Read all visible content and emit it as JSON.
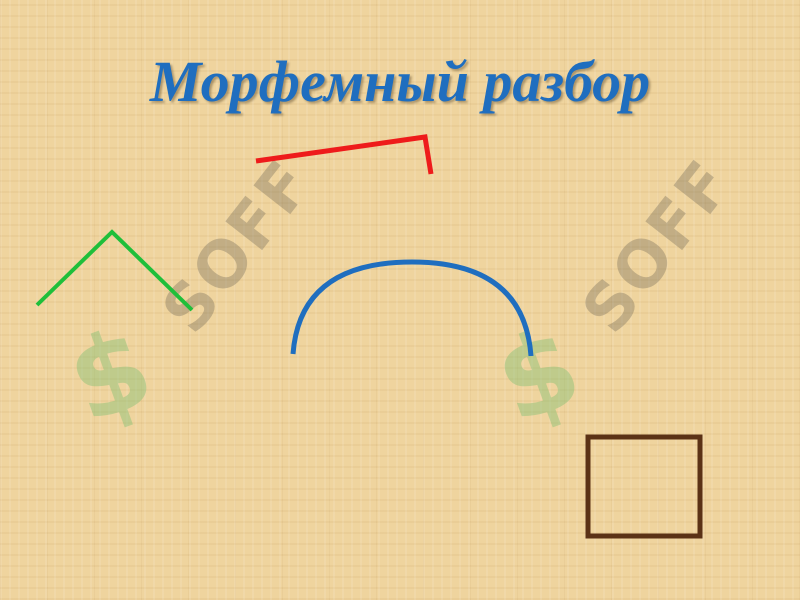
{
  "title": "Морфемный разбор",
  "watermark": {
    "text": "SOFF",
    "mark": "$"
  },
  "colors": {
    "title": "#1f6ebf",
    "prefix_mark": "#1fbf3a",
    "suffix_mark": "#ee1b1b",
    "root_mark": "#1f6ebf",
    "ending_mark": "#5b3216"
  },
  "morpheme_marks": [
    {
      "name": "prefix-mark",
      "icon": "prefix-corner-icon",
      "color": "#1fbf3a"
    },
    {
      "name": "suffix-mark",
      "icon": "suffix-caret-icon",
      "color": "#ee1b1b"
    },
    {
      "name": "root-mark",
      "icon": "root-arc-icon",
      "color": "#1f6ebf"
    },
    {
      "name": "ending-mark",
      "icon": "ending-box-icon",
      "color": "#5b3216"
    }
  ]
}
